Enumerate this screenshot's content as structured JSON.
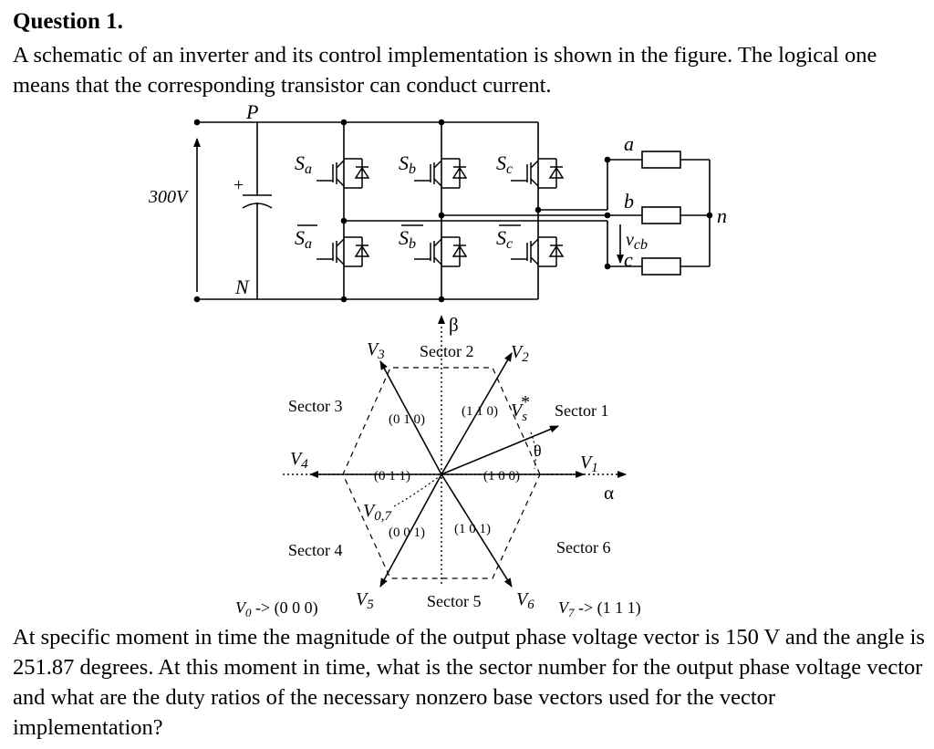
{
  "question": {
    "title": "Question 1.",
    "intro": "A schematic of an inverter and its control implementation is shown in the figure. The logical one means that the corresponding transistor can conduct current.",
    "text": "At specific moment in time the magnitude of the output phase voltage vector is 150 V and the angle is 251.87 degrees. At this moment in time, what is the sector number for the output phase voltage vector and what are the duty ratios of the necessary nonzero base vectors used for the vector implementation?"
  },
  "circuit": {
    "P": "P",
    "N": "N",
    "dc_voltage": "300V",
    "plus": "+",
    "switches_top": [
      "a",
      "b",
      "c"
    ],
    "switches_bottom": [
      "a",
      "b",
      "c"
    ],
    "switch_symbol": "S",
    "outputs": [
      "a",
      "b",
      "c"
    ],
    "neutral": "n",
    "vcb_v": "v",
    "vcb_sub": "cb"
  },
  "hexagon": {
    "beta": "β",
    "alpha": "α",
    "theta": "θ",
    "sectors": [
      "Sector 1",
      "Sector 2",
      "Sector 3",
      "Sector 4",
      "Sector 5",
      "Sector 6"
    ],
    "vectors": [
      {
        "name": "V",
        "sub": "1",
        "code": "(1 0 0)"
      },
      {
        "name": "V",
        "sub": "2",
        "code": "(1 1 0)"
      },
      {
        "name": "V",
        "sub": "3",
        "code": "(0 1 0)"
      },
      {
        "name": "V",
        "sub": "4",
        "code": "(0 1 1)"
      },
      {
        "name": "V",
        "sub": "5",
        "code": "(0 0 1)"
      },
      {
        "name": "V",
        "sub": "6",
        "code": "(1 0 1)"
      }
    ],
    "zero_vector": {
      "name": "V",
      "sub": "0,7"
    },
    "ref_vector": {
      "name": "V",
      "sub": "s",
      "sup": "*"
    },
    "v0": {
      "name": "V",
      "sub": "0",
      "text": " -> (0 0 0)"
    },
    "v7": {
      "name": "V",
      "sub": "7",
      "text": " -> (1 1 1)"
    }
  }
}
